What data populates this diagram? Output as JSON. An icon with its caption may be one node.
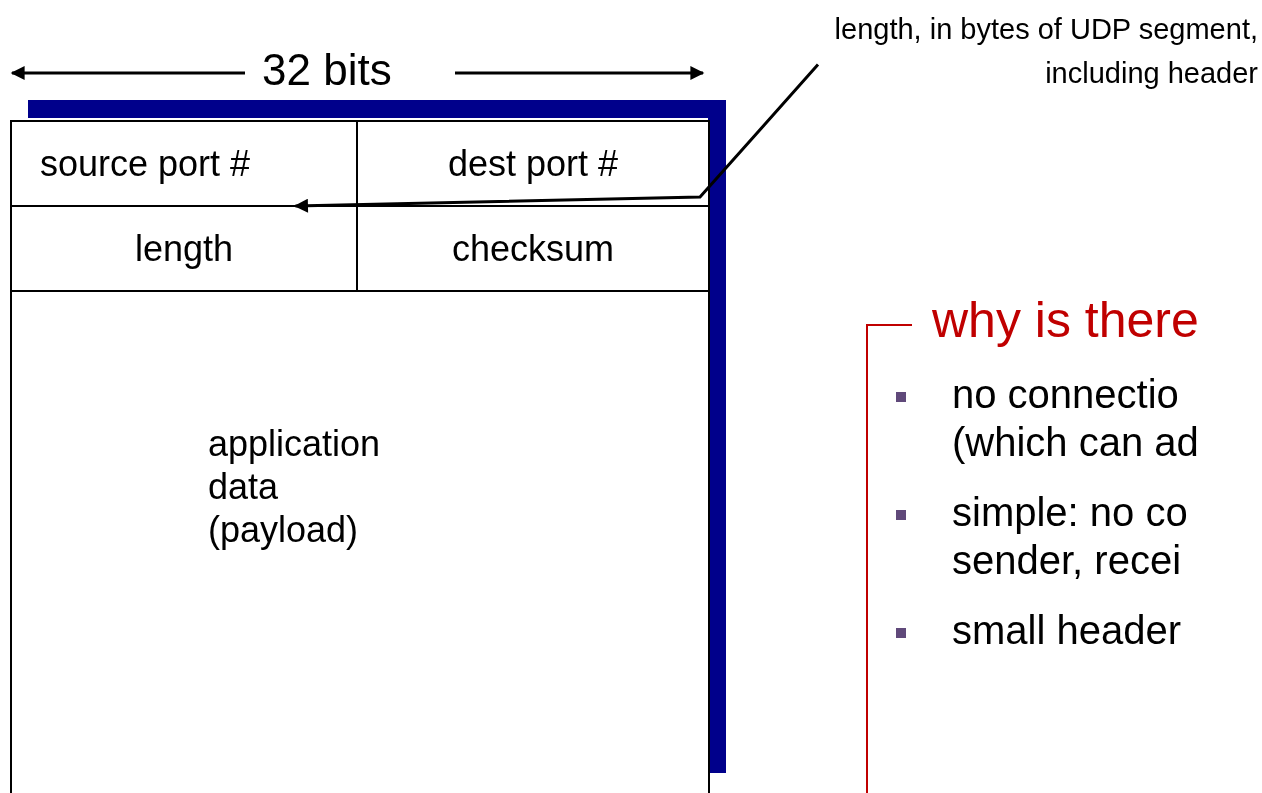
{
  "diagram": {
    "nodes": [
      {
        "text": [
          "source port #"
        ]
      },
      {
        "text": [
          "dest port #"
        ]
      },
      {
        "text": [
          "length"
        ]
      },
      {
        "text": [
          "checksum"
        ]
      },
      {
        "text": [
          "application data (payload)"
        ]
      },
      {
        "text": [
          "length, in bytes of UDP segment, including header"
        ]
      },
      {
        "text": [
          "why is there",
          "no connectio (which can ad",
          "simple: no co sender, recei",
          "small header"
        ]
      }
    ],
    "edges": [
      {
        "from": 5,
        "to": 2,
        "arrow": "to"
      }
    ],
    "labels": [
      "32 bits"
    ]
  }
}
